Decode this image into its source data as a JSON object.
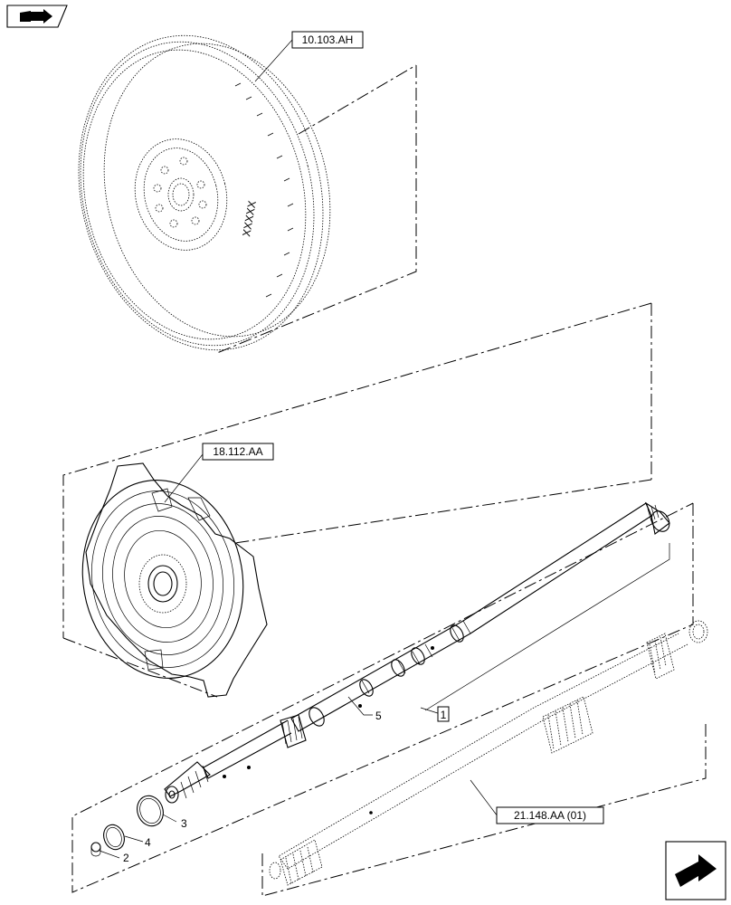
{
  "references": {
    "flywheel": "10.103.AH",
    "damper": "18.112.AA",
    "pto_shaft": "21.148.AA (01)"
  },
  "item_callouts": {
    "item_1": "1",
    "item_2": "2",
    "item_3": "3",
    "item_4": "4",
    "item_5": "5"
  },
  "icons": {
    "top_left": "book-arrow-icon",
    "bottom_right": "next-page-arrow-icon"
  }
}
